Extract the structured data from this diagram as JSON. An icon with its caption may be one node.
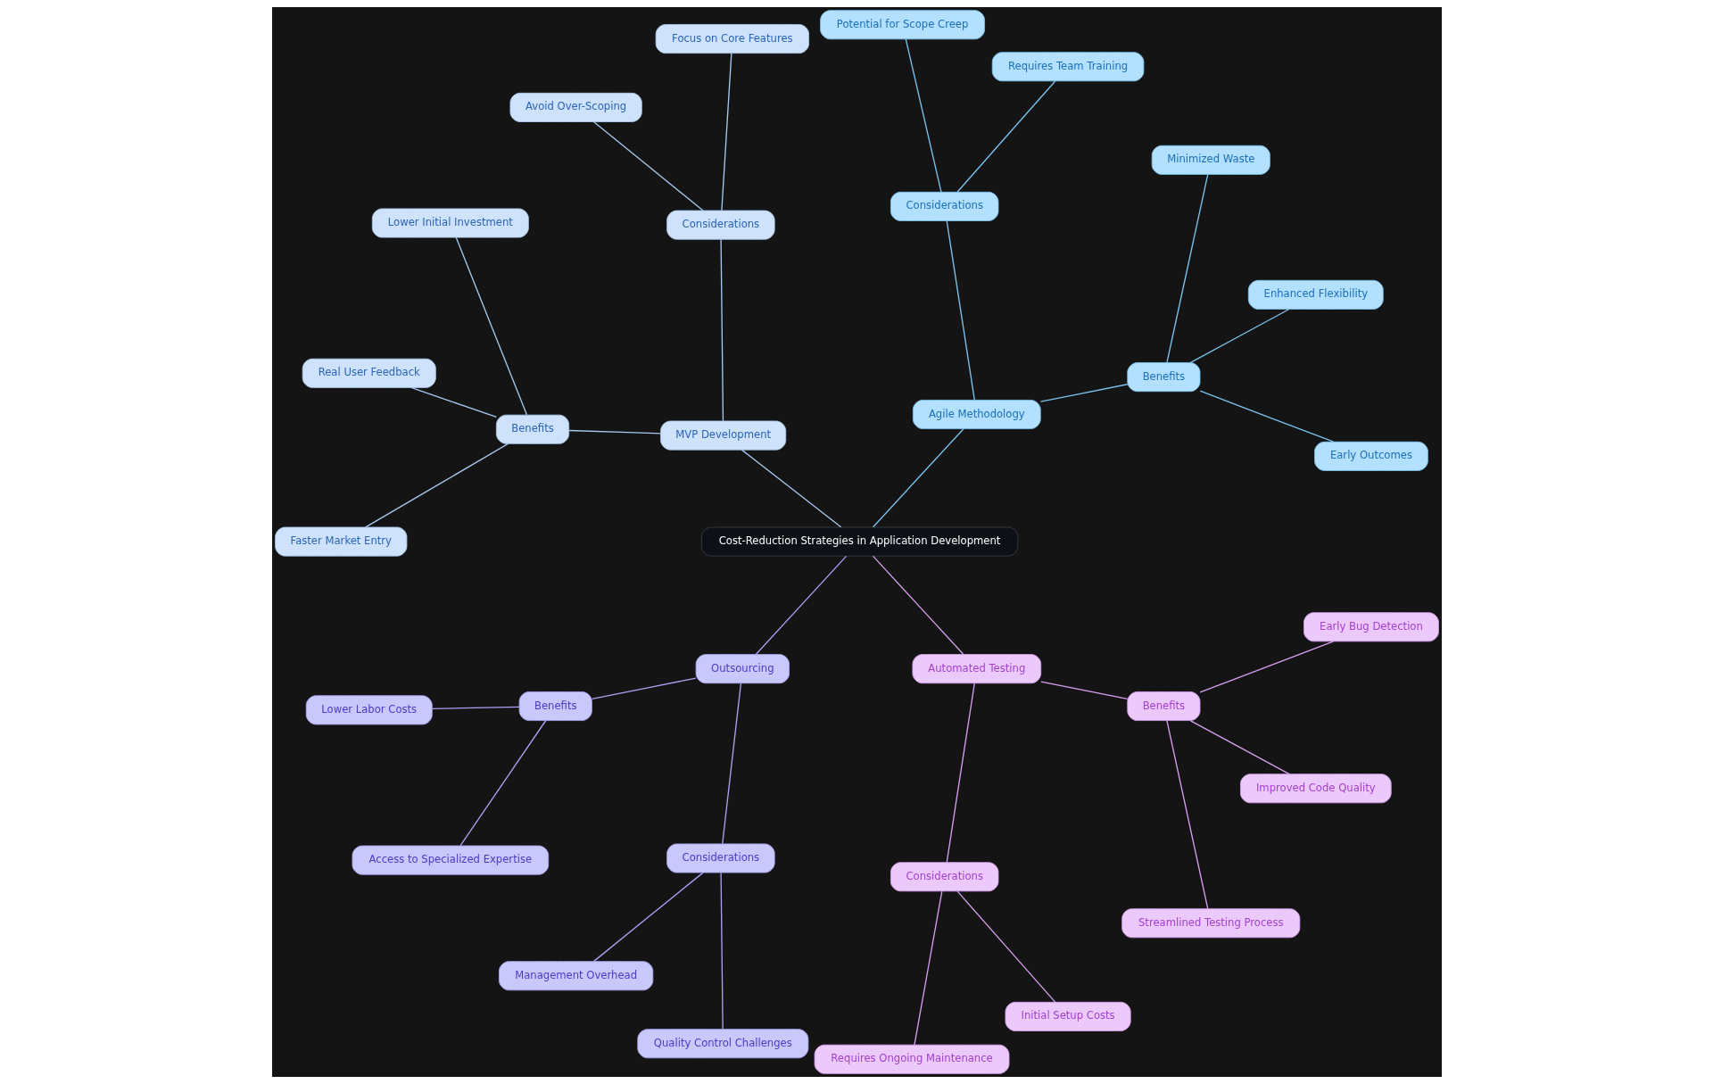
{
  "diagram": {
    "nodes": [
      {
        "text": [
          "Cost-Reduction Strategies in Application Development"
        ]
      },
      {
        "text": [
          "Agile Methodology"
        ]
      },
      {
        "text": [
          "Benefits"
        ]
      },
      {
        "text": [
          "Early Outcomes"
        ]
      },
      {
        "text": [
          "Enhanced Flexibility"
        ]
      },
      {
        "text": [
          "Minimized Waste"
        ]
      },
      {
        "text": [
          "Considerations"
        ]
      },
      {
        "text": [
          "Requires Team Training"
        ]
      },
      {
        "text": [
          "Potential for Scope Creep"
        ]
      },
      {
        "text": [
          "MVP Development"
        ]
      },
      {
        "text": [
          "Considerations"
        ]
      },
      {
        "text": [
          "Focus on Core Features"
        ]
      },
      {
        "text": [
          "Avoid Over-Scoping"
        ]
      },
      {
        "text": [
          "Benefits"
        ]
      },
      {
        "text": [
          "Lower Initial Investment"
        ]
      },
      {
        "text": [
          "Real User Feedback"
        ]
      },
      {
        "text": [
          "Faster Market Entry"
        ]
      },
      {
        "text": [
          "Outsourcing"
        ]
      },
      {
        "text": [
          "Benefits"
        ]
      },
      {
        "text": [
          "Lower Labor Costs"
        ]
      },
      {
        "text": [
          "Access to Specialized Expertise"
        ]
      },
      {
        "text": [
          "Considerations"
        ]
      },
      {
        "text": [
          "Management Overhead"
        ]
      },
      {
        "text": [
          "Quality Control Challenges"
        ]
      },
      {
        "text": [
          "Automated Testing"
        ]
      },
      {
        "text": [
          "Considerations"
        ]
      },
      {
        "text": [
          "Requires Ongoing Maintenance"
        ]
      },
      {
        "text": [
          "Initial Setup Costs"
        ]
      },
      {
        "text": [
          "Benefits"
        ]
      },
      {
        "text": [
          "Streamlined Testing Process"
        ]
      },
      {
        "text": [
          "Improved Code Quality"
        ]
      },
      {
        "text": [
          "Early Bug Detection"
        ]
      }
    ],
    "edges": [
      {
        "from": 0,
        "to": 1,
        "arrow": "none",
        "color": "#7cc4f0"
      },
      {
        "from": 1,
        "to": 2,
        "arrow": "none",
        "color": "#7cc4f0"
      },
      {
        "from": 2,
        "to": 3,
        "arrow": "none",
        "color": "#7cc4f0"
      },
      {
        "from": 2,
        "to": 4,
        "arrow": "none",
        "color": "#7cc4f0"
      },
      {
        "from": 2,
        "to": 5,
        "arrow": "none",
        "color": "#7cc4f0"
      },
      {
        "from": 1,
        "to": 6,
        "arrow": "none",
        "color": "#7cc4f0"
      },
      {
        "from": 6,
        "to": 7,
        "arrow": "none",
        "color": "#7cc4f0"
      },
      {
        "from": 6,
        "to": 8,
        "arrow": "none",
        "color": "#7cc4f0"
      },
      {
        "from": 0,
        "to": 9,
        "arrow": "none",
        "color": "#a8c8ee"
      },
      {
        "from": 9,
        "to": 10,
        "arrow": "none",
        "color": "#a8c8ee"
      },
      {
        "from": 10,
        "to": 11,
        "arrow": "none",
        "color": "#a8c8ee"
      },
      {
        "from": 10,
        "to": 12,
        "arrow": "none",
        "color": "#a8c8ee"
      },
      {
        "from": 9,
        "to": 13,
        "arrow": "none",
        "color": "#a8c8ee"
      },
      {
        "from": 13,
        "to": 14,
        "arrow": "none",
        "color": "#a8c8ee"
      },
      {
        "from": 13,
        "to": 15,
        "arrow": "none",
        "color": "#a8c8ee"
      },
      {
        "from": 13,
        "to": 16,
        "arrow": "none",
        "color": "#a8c8ee"
      },
      {
        "from": 0,
        "to": 17,
        "arrow": "none",
        "color": "#a9a3f5"
      },
      {
        "from": 17,
        "to": 18,
        "arrow": "none",
        "color": "#a9a3f5"
      },
      {
        "from": 18,
        "to": 19,
        "arrow": "none",
        "color": "#a9a3f5"
      },
      {
        "from": 18,
        "to": 20,
        "arrow": "none",
        "color": "#a9a3f5"
      },
      {
        "from": 17,
        "to": 21,
        "arrow": "none",
        "color": "#a9a3f5"
      },
      {
        "from": 21,
        "to": 22,
        "arrow": "none",
        "color": "#a9a3f5"
      },
      {
        "from": 21,
        "to": 23,
        "arrow": "none",
        "color": "#a9a3f5"
      },
      {
        "from": 0,
        "to": 24,
        "arrow": "none",
        "color": "#d6a0f0"
      },
      {
        "from": 24,
        "to": 25,
        "arrow": "none",
        "color": "#d6a0f0"
      },
      {
        "from": 25,
        "to": 26,
        "arrow": "none",
        "color": "#d6a0f0"
      },
      {
        "from": 25,
        "to": 27,
        "arrow": "none",
        "color": "#d6a0f0"
      },
      {
        "from": 24,
        "to": 28,
        "arrow": "none",
        "color": "#d6a0f0"
      },
      {
        "from": 28,
        "to": 29,
        "arrow": "none",
        "color": "#d6a0f0"
      },
      {
        "from": 28,
        "to": 30,
        "arrow": "none",
        "color": "#d6a0f0"
      },
      {
        "from": 28,
        "to": 31,
        "arrow": "none",
        "color": "#d6a0f0"
      }
    ]
  }
}
